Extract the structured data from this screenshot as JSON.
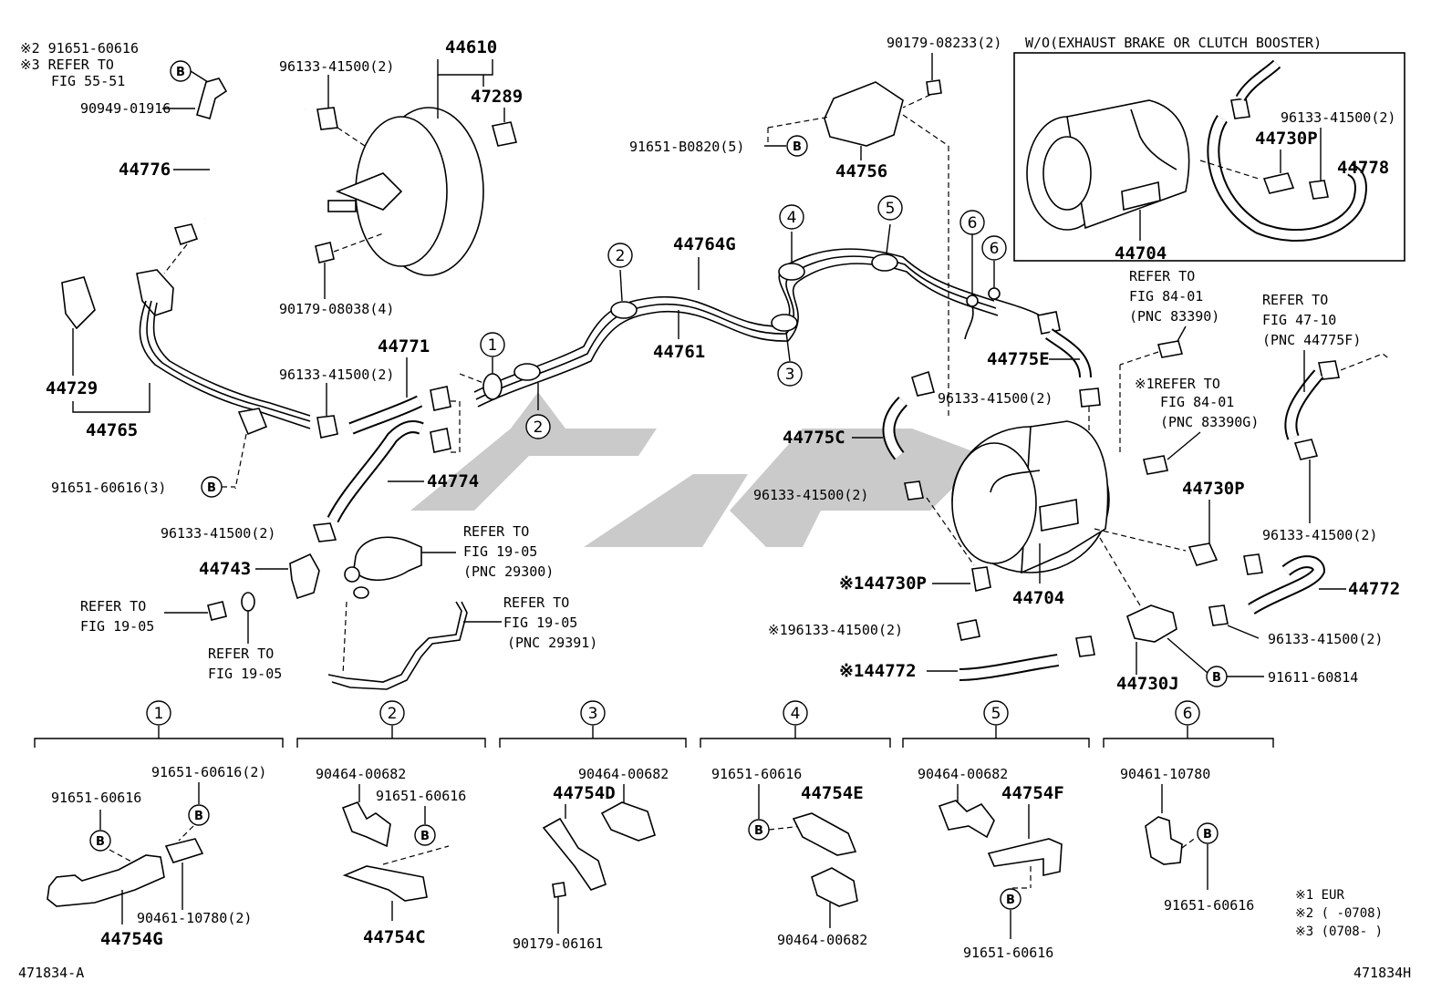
{
  "notes_top_left": {
    "line1": "※2 91651-60616",
    "line2": "※3 REFER TO",
    "line3": "FIG 55-51"
  },
  "labels": {
    "p90949": "90949-01916",
    "p44776": "44776",
    "p44729": "44729",
    "p44765": "44765",
    "p91651_3": "91651-60616(3)",
    "p96133_a": "96133-41500(2)",
    "p44610": "44610",
    "p47289": "47289",
    "p96133_b": "96133-41500(2)",
    "p90179_08038": "90179-08038(4)",
    "p96133_c": "96133-41500(2)",
    "p44771": "44771",
    "p44774": "44774",
    "p96133_d": "96133-41500(2)",
    "p44743": "44743",
    "refer_1905_a": "REFER TO",
    "refer_1905_a2": "FIG 19-05",
    "refer_1905_b": "REFER TO",
    "refer_1905_b2": "FIG 19-05",
    "refer_29300_1": "REFER TO",
    "refer_29300_2": "FIG 19-05",
    "refer_29300_3": "(PNC 29300)",
    "refer_29391_1": "REFER TO",
    "refer_29391_2": "FIG 19-05",
    "refer_29391_3": "(PNC 29391)",
    "p44764G": "44764G",
    "p44761": "44761",
    "p90179_08233": "90179-08233(2)",
    "p91651_B0820": "91651-B0820(5)",
    "p44756": "44756",
    "wo_note": "W/O(EXHAUST BRAKE OR CLUTCH BOOSTER)",
    "inset_96133": "96133-41500(2)",
    "inset_44730P": "44730P",
    "inset_44778": "44778",
    "inset_44704": "44704",
    "p44775E": "44775E",
    "p96133_e": "96133-41500(2)",
    "refer_83390_1": "REFER TO",
    "refer_83390_2": "FIG 84-01",
    "refer_83390_3": "(PNC 83390)",
    "refer_44775F_1": "REFER TO",
    "refer_44775F_2": "FIG 47-10",
    "refer_44775F_3": "(PNC 44775F)",
    "refer_83390G_1": "※1REFER TO",
    "refer_83390G_2": "FIG 84-01",
    "refer_83390G_3": "(PNC 83390G)",
    "p44775C": "44775C",
    "p96133_f": "96133-41500(2)",
    "p44730P": "44730P",
    "p96133_g": "96133-41500(2)",
    "p44730P_eur": "※144730P",
    "p44704": "44704",
    "p44772": "44772",
    "p96133_eur": "※196133-41500(2)",
    "p96133_h": "96133-41500(2)",
    "p44772_eur": "※144772",
    "p44730J": "44730J",
    "p91611": "91611-60814"
  },
  "callouts": [
    "1",
    "2",
    "3",
    "4",
    "5",
    "6"
  ],
  "b_mark": "B",
  "sections": {
    "s1": {
      "a": "91651-60616(2)",
      "b": "91651-60616",
      "c": "90461-10780(2)",
      "d": "44754G"
    },
    "s2": {
      "a": "90464-00682",
      "b": "91651-60616",
      "c": "44754C"
    },
    "s3": {
      "a": "90464-00682",
      "b": "44754D",
      "c": "90179-06161"
    },
    "s4": {
      "a": "91651-60616",
      "b": "44754E",
      "c": "90464-00682"
    },
    "s5": {
      "a": "90464-00682",
      "b": "44754F",
      "c": "91651-60616"
    },
    "s6": {
      "a": "90461-10780",
      "b": "91651-60616"
    }
  },
  "legend": {
    "l1": "※1 EUR",
    "l2": "※2 (      -0708)",
    "l3": "※3 (0708-      )"
  },
  "footer": {
    "left_code": "471834-A",
    "right_code": "471834H"
  }
}
